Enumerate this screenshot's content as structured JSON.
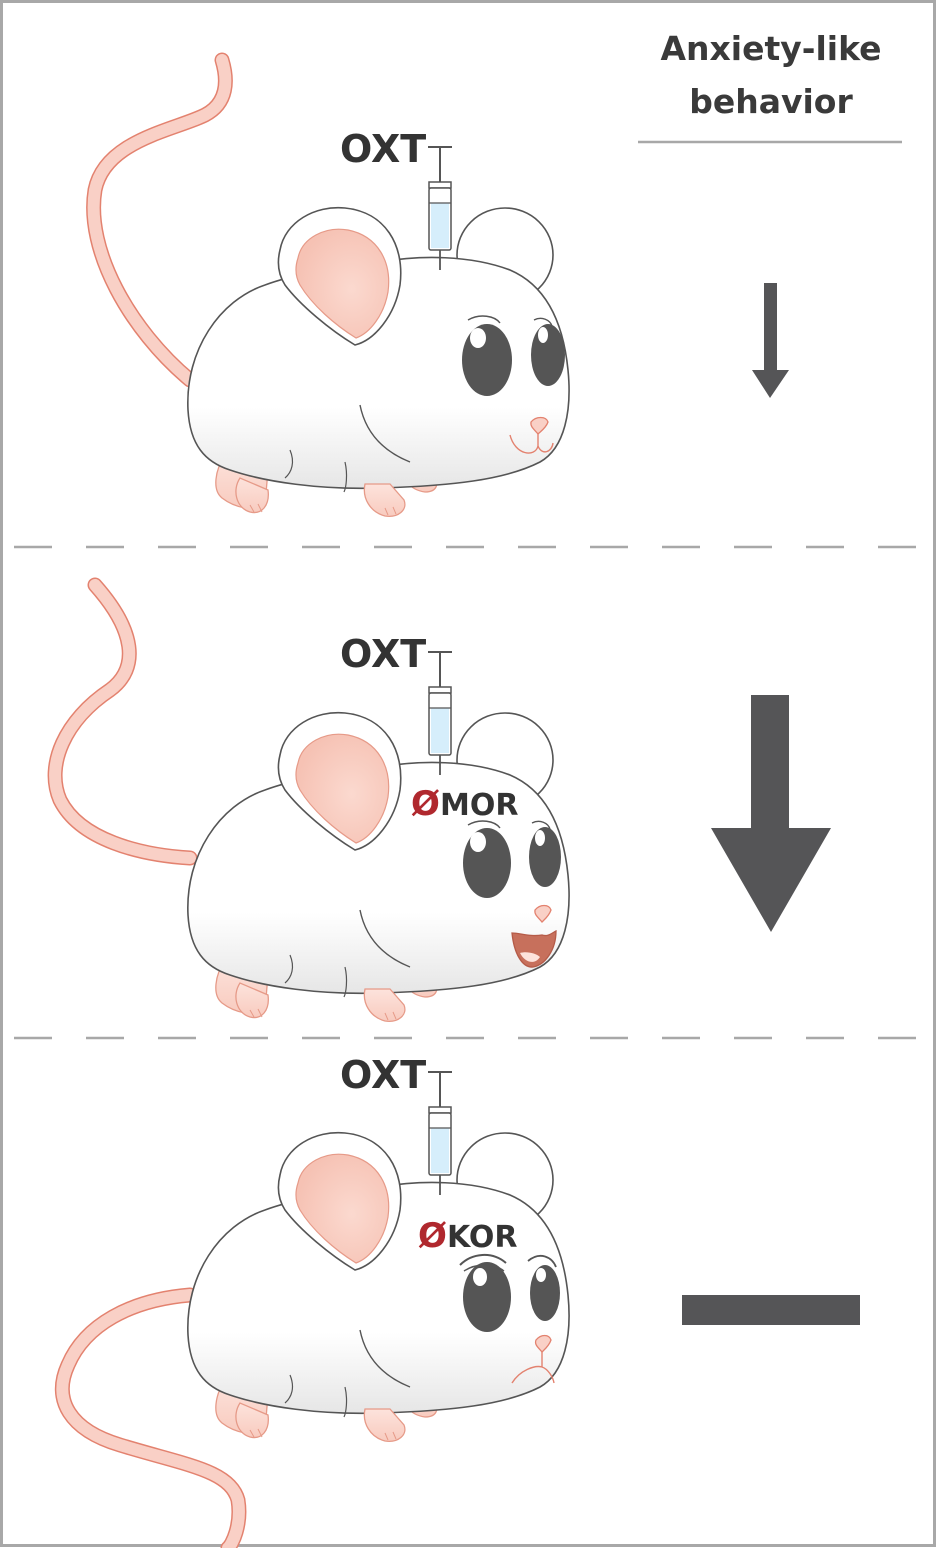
{
  "header": {
    "line1": "Anxiety-like",
    "line2": "behavior"
  },
  "colors": {
    "frame": "#a8a8a8",
    "divider": "#a8a8a8",
    "arrow": "#555557",
    "knockout": "#b0282e",
    "tail": "#f7c9bf",
    "tail_edge": "#e3826f",
    "ear_inner": "#f9d1c6",
    "body_fill": "#ffffff",
    "body_shade": "#ececec",
    "outline": "#555555",
    "eye": "#555555",
    "syringe_fluid": "#d6eefb"
  },
  "panels": [
    {
      "injection_label": "OXT",
      "knockout_symbol": "",
      "knockout_receptor": "",
      "effect_icon": "arrow-down-small",
      "expression": "smile"
    },
    {
      "injection_label": "OXT",
      "knockout_symbol": "Ø",
      "knockout_receptor": "MOR",
      "effect_icon": "arrow-down-large",
      "expression": "happy-open-mouth"
    },
    {
      "injection_label": "OXT",
      "knockout_symbol": "Ø",
      "knockout_receptor": "KOR",
      "effect_icon": "no-change-bar",
      "expression": "sad"
    }
  ]
}
